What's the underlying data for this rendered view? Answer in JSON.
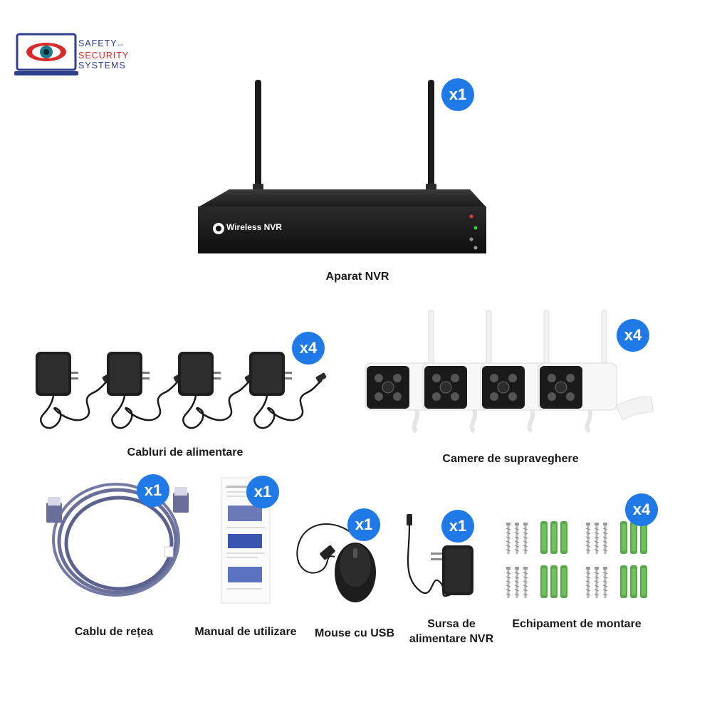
{
  "logo": {
    "line1": "SAFETY",
    "line1_small": "and",
    "line2": "SECURITY",
    "line3": "SYSTEMS",
    "colors": {
      "blue": "#2d3e8a",
      "red": "#d62b2b",
      "teal": "#1a7a8a"
    }
  },
  "nvr": {
    "brand_text": "Wireless NVR",
    "badge": "x1",
    "label": "Aparat NVR"
  },
  "adapters": {
    "badge": "x4",
    "label": "Cabluri de alimentare"
  },
  "cameras": {
    "badge": "x4",
    "label": "Camere de supraveghere"
  },
  "network_cable": {
    "badge": "x1",
    "label": "Cablu de rețea"
  },
  "manual": {
    "badge": "x1",
    "label": "Manual de utilizare"
  },
  "mouse": {
    "badge": "x1",
    "label": "Mouse cu USB"
  },
  "psu": {
    "badge": "x1",
    "label_line1": "Sursa de",
    "label_line2": "alimentare NVR"
  },
  "mounting": {
    "badge": "x4",
    "label": "Echipament de montare"
  },
  "badge_color": "#1f7ae8"
}
